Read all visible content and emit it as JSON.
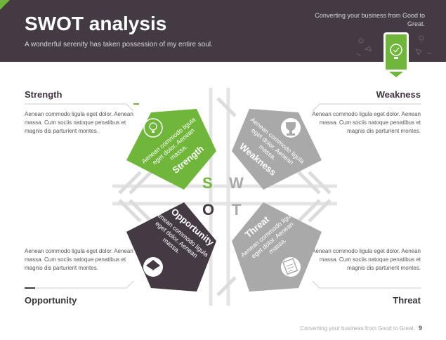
{
  "header": {
    "title": "SWOT analysis",
    "subtitle": "A wonderful serenity has taken possession of my entire soul.",
    "tagline": "Converting your business from Good to Great."
  },
  "sections": {
    "strength": {
      "title": "Strength",
      "text": "Aenean commodo ligula eget dolor. Aenean massa. Cum sociis natoque penatibus et magnis dis parturient montes."
    },
    "weakness": {
      "title": "Weakness",
      "text": "Aenean commodo ligula eget dolor. Aenean massa. Cum sociis natoque penatibus et magnis dis parturient montes."
    },
    "opportunity": {
      "title": "Opportunity",
      "text": "Aenean commodo ligula eget dolor. Aenean massa. Cum sociis natoque penatibus et magnis dis parturient montes."
    },
    "threat": {
      "title": "Threat",
      "text": "Aenean commodo ligula eget dolor. Aenean massa. Cum sociis natoque penatibus et magnis dis parturient montes."
    }
  },
  "shapes": {
    "strength": {
      "label": "Strength",
      "line1": "Aenean commodo ligula",
      "line2": "eget dolor. Aenean",
      "line3": "massa.",
      "color": "#6fb63a",
      "icon": "lightbulb-icon"
    },
    "weakness": {
      "label": "Weakness",
      "line1": "Aenean commodo ligula",
      "line2": "eget dolor. Aenean",
      "line3": "massa.",
      "color": "#a9a9a9",
      "icon": "trophy-icon"
    },
    "opportunity": {
      "label": "Opportunity",
      "line1": "Aenean commodo ligula",
      "line2": "eget dolor. Aenean",
      "line3": "massa.",
      "color": "#433a44",
      "icon": "envelope-icon"
    },
    "threat": {
      "label": "Threat",
      "line1": "Aenean commodo ligula",
      "line2": "eget dolor. Aenean",
      "line3": "massa.",
      "color": "#a9a9a9",
      "icon": "document-icon"
    }
  },
  "letters": {
    "s": "S",
    "w": "W",
    "o": "O",
    "t": "T"
  },
  "footer": {
    "text": "Converting your business from Good to Great.",
    "page": "9"
  },
  "colors": {
    "accent": "#6fb63a",
    "dark": "#433a44",
    "grey": "#a9a9a9"
  }
}
